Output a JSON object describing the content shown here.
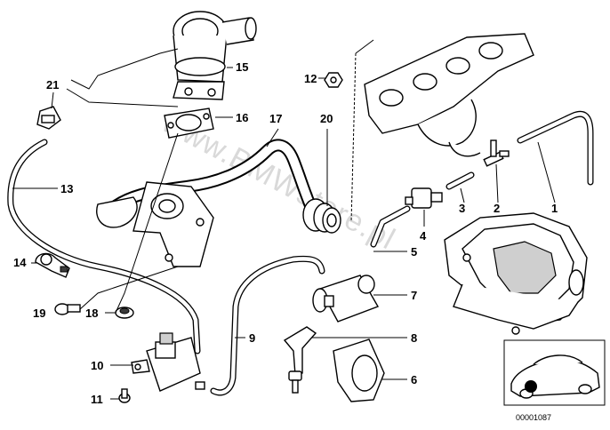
{
  "watermark": "www.BMWstore.pl",
  "reference_number": "00001087",
  "callouts": {
    "p1": "1",
    "p2": "2",
    "p3": "3",
    "p4": "4",
    "p5": "5",
    "p6": "6",
    "p7": "7",
    "p8": "8",
    "p9": "9",
    "p10": "10",
    "p11": "11",
    "p12": "12",
    "p13": "13",
    "p14": "14",
    "p15": "15",
    "p16": "16",
    "p17": "17",
    "p18": "18",
    "p19": "19",
    "p20": "20",
    "p21": "21"
  },
  "colors": {
    "line": "#000000",
    "background": "#ffffff",
    "watermark": "#d9d9d9"
  }
}
